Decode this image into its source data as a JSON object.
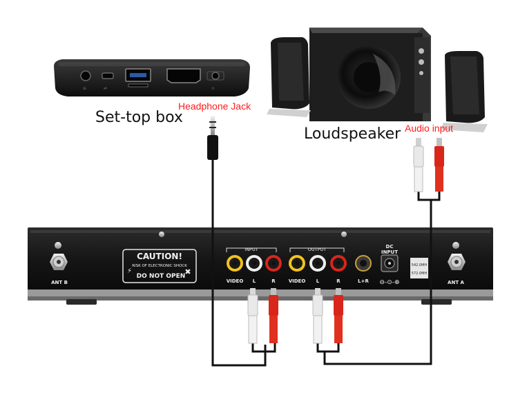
{
  "labels": {
    "set_top_box": "Set-top box",
    "headphone_jack": "Headphone Jack",
    "loudspeaker": "Loudspeaker",
    "audio_input": "Audio input"
  },
  "panel": {
    "caution_title": "CAUTION!",
    "caution_sub": "RISK OF ELECTRONIC SHOCK",
    "do_not_open": "DO NOT OPEN",
    "input": "INPUT",
    "output": "OUTPUT",
    "dc_line1": "DC",
    "dc_line2": "INPUT",
    "video": "VIDEO",
    "left": "L",
    "right": "R",
    "l_plus_r": "L+R",
    "freq1": "542.0MH",
    "freq2": "572.0MH",
    "ant_a": "ANT A",
    "ant_b": "ANT B"
  },
  "colors": {
    "cable": "#111111",
    "plug_red": "#d8261b",
    "plug_white": "#e9e9e9",
    "jack_yellow": "#f2c21b",
    "label_red": "#ff1a1a"
  }
}
